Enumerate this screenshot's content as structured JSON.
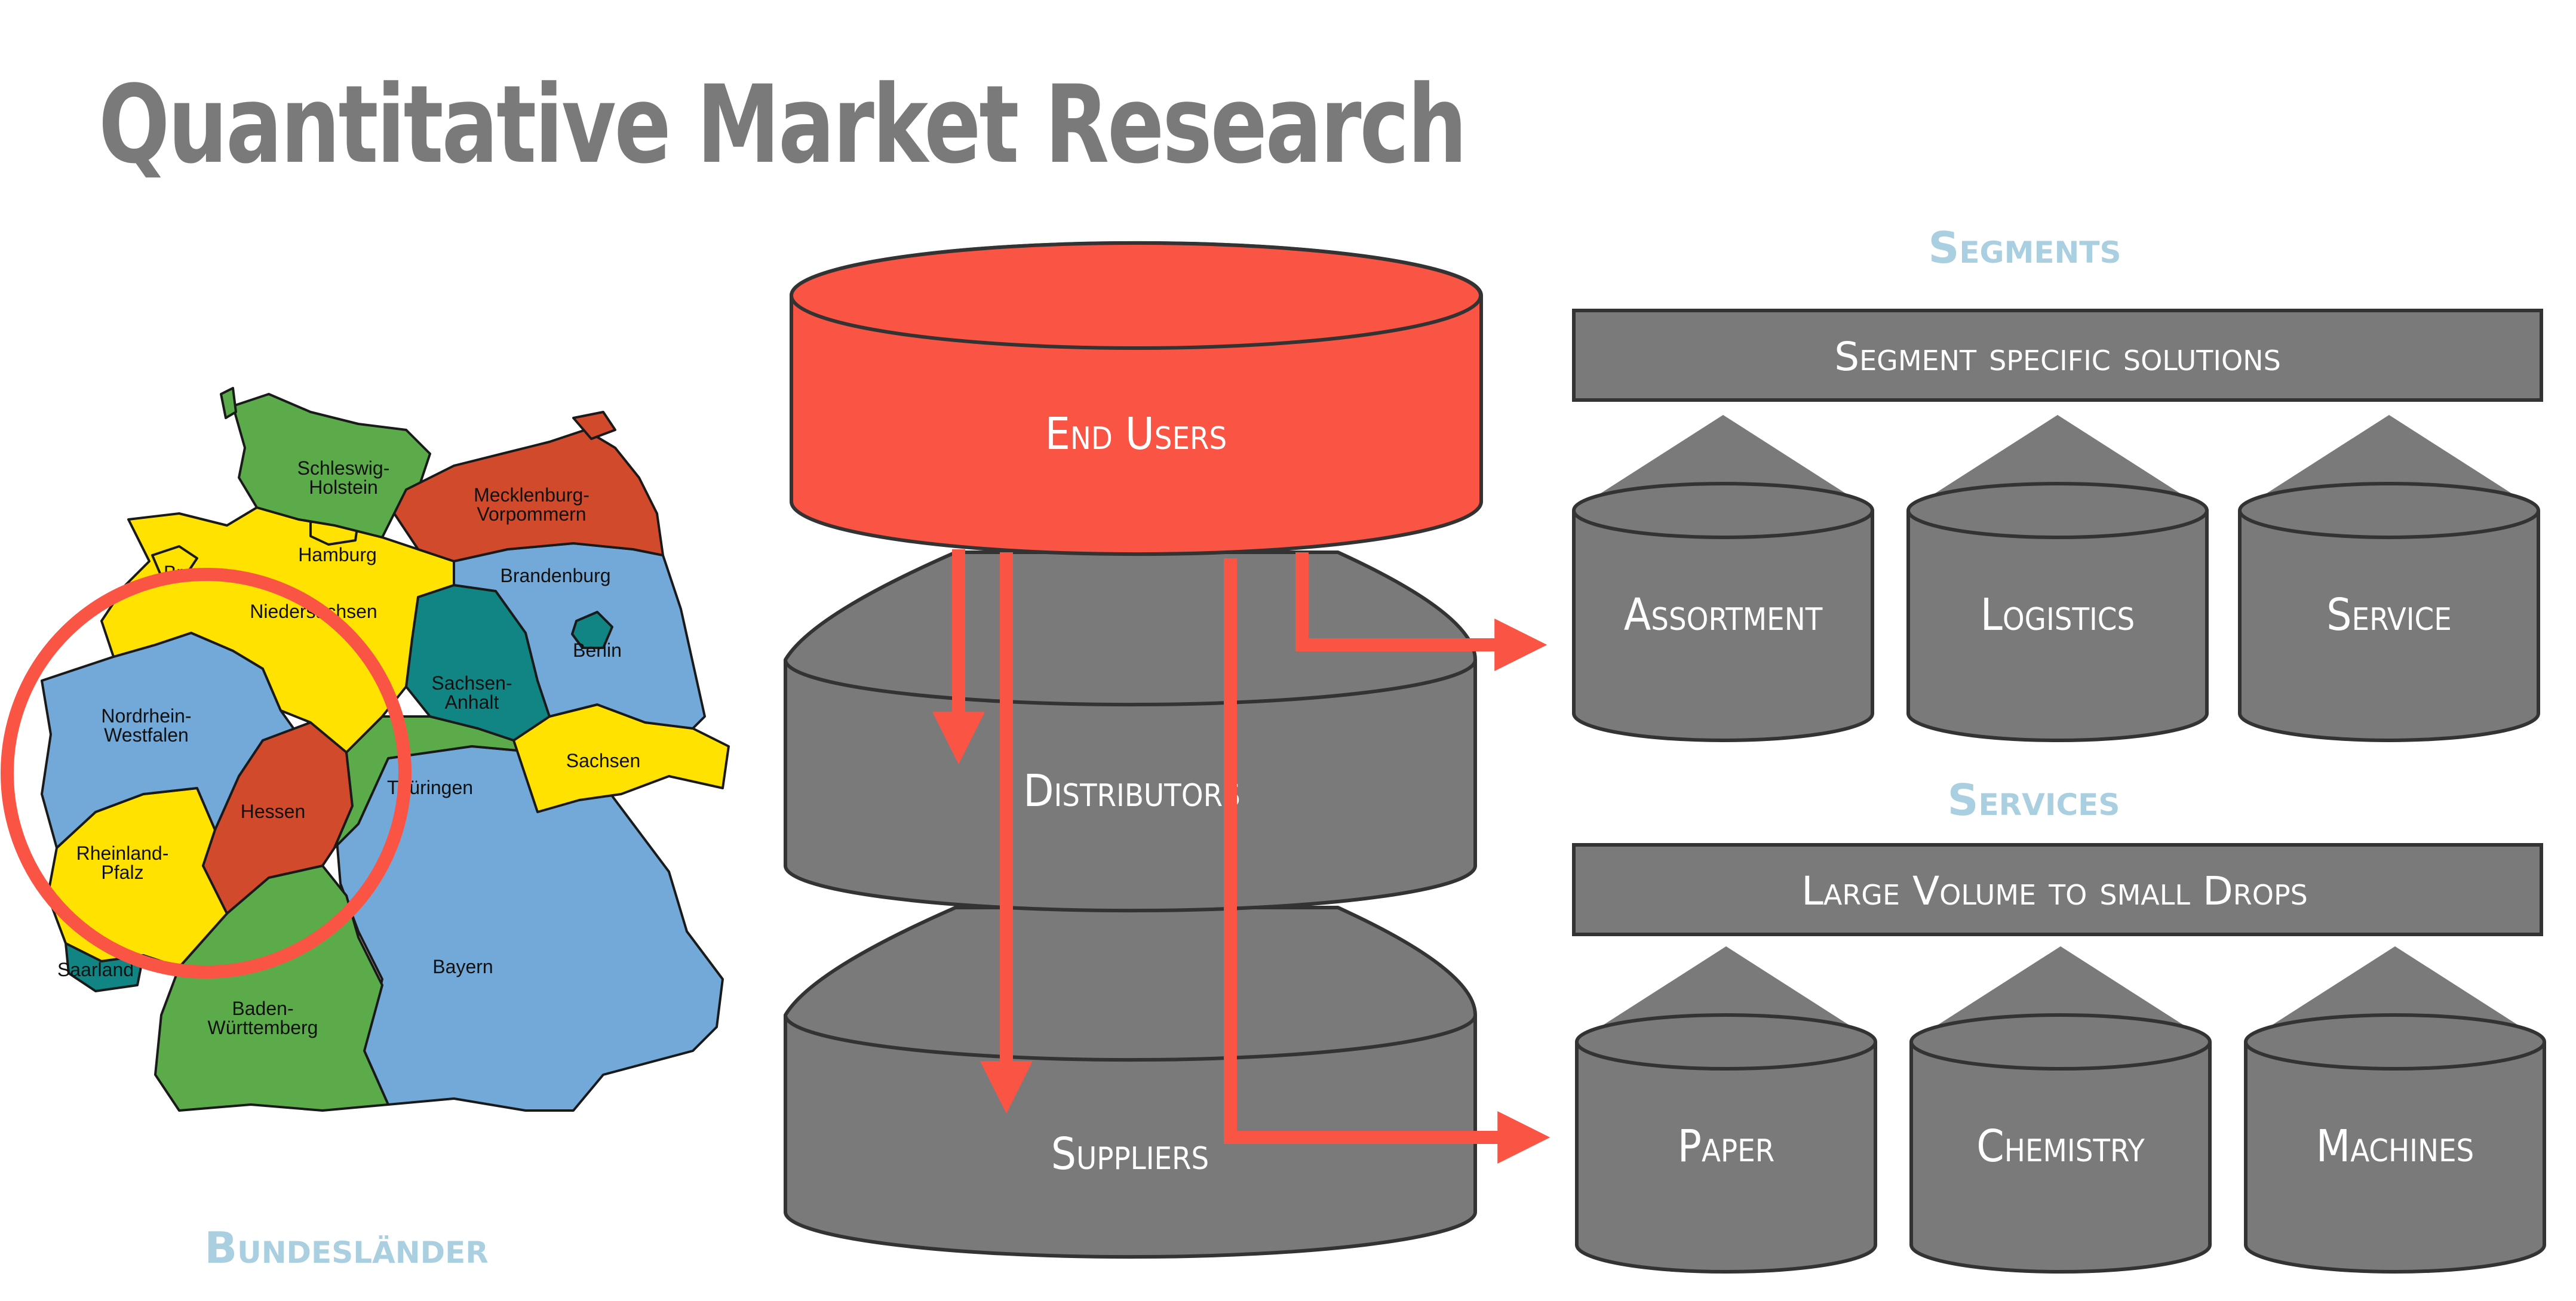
{
  "title": "Quantitative Market Research",
  "map": {
    "caption": "Bundesländer",
    "states": [
      {
        "key": "sh",
        "lines": [
          "Schleswig-",
          "Holstein"
        ],
        "color": "#5bab4a"
      },
      {
        "key": "mv",
        "lines": [
          "Mecklenburg-",
          "Vorpommern"
        ],
        "color": "#d24a2c"
      },
      {
        "key": "hh",
        "lines": [
          "Hamburg"
        ],
        "color": "#ffe200"
      },
      {
        "key": "hb",
        "lines": [
          "Bremen"
        ],
        "color": "#ffe200"
      },
      {
        "key": "ni",
        "lines": [
          "Niedersachsen"
        ],
        "color": "#ffe200"
      },
      {
        "key": "bb",
        "lines": [
          "Brandenburg"
        ],
        "color": "#72a9d8"
      },
      {
        "key": "be",
        "lines": [
          "Berlin"
        ],
        "color": "#118583"
      },
      {
        "key": "st",
        "lines": [
          "Sachsen-",
          "Anhalt"
        ],
        "color": "#118583"
      },
      {
        "key": "nw",
        "lines": [
          "Nordrhein-",
          "Westfalen"
        ],
        "color": "#72a9d8"
      },
      {
        "key": "sn",
        "lines": [
          "Sachsen"
        ],
        "color": "#ffe200"
      },
      {
        "key": "he",
        "lines": [
          "Hessen"
        ],
        "color": "#d24a2c"
      },
      {
        "key": "th",
        "lines": [
          "Thüringen"
        ],
        "color": "#5bab4a"
      },
      {
        "key": "rp",
        "lines": [
          "Rheinland-",
          "Pfalz"
        ],
        "color": "#ffe200"
      },
      {
        "key": "sl",
        "lines": [
          "Saarland"
        ],
        "color": "#118583"
      },
      {
        "key": "by",
        "lines": [
          "Bayern"
        ],
        "color": "#72a9d8"
      },
      {
        "key": "bw",
        "lines": [
          "Baden-",
          "Württemberg"
        ],
        "color": "#5bab4a"
      }
    ]
  },
  "funnel": {
    "top": "End Users",
    "middle": "Distributors",
    "bottom": "Suppliers"
  },
  "segments": {
    "heading": "Segments",
    "bar": "Segment specific solutions",
    "items": [
      "Assortment",
      "Logistics",
      "Service"
    ]
  },
  "services": {
    "heading": "Services",
    "bar": "Large Volume to small Drops",
    "items": [
      "Paper",
      "Chemistry",
      "Machines"
    ]
  },
  "colors": {
    "accent": "#fa5445",
    "grey": "#7a7a7a",
    "outline": "#333333",
    "heading_blue": "#a9cfe0"
  }
}
